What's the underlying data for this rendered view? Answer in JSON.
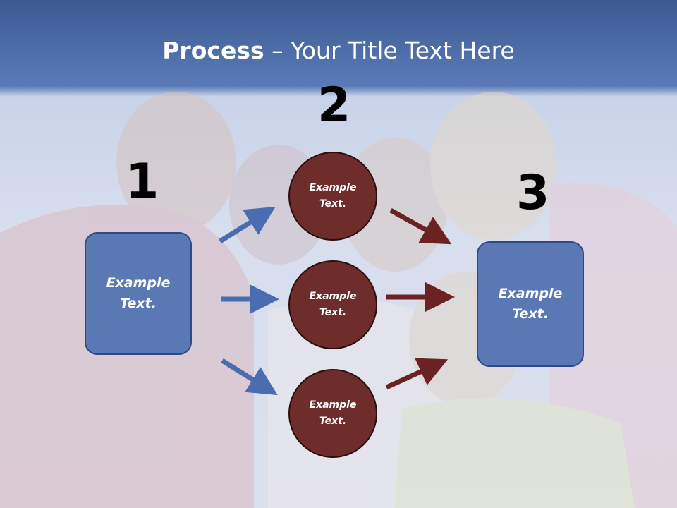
{
  "title": {
    "bold": "Process",
    "rest": " – Your Title Text Here"
  },
  "steps": [
    {
      "number": "1"
    },
    {
      "number": "2"
    },
    {
      "number": "3"
    }
  ],
  "left_box": {
    "line1": "Example",
    "line2": "Text."
  },
  "right_box": {
    "line1": "Example",
    "line2": "Text."
  },
  "circles": [
    {
      "line1": "Example",
      "line2": "Text."
    },
    {
      "line1": "Example",
      "line2": "Text."
    },
    {
      "line1": "Example",
      "line2": "Text."
    }
  ],
  "colors": {
    "blue": "#5a78b4",
    "maroon": "#6e2c2b",
    "arrow_blue": "#4a6cb0",
    "arrow_red": "#6b2222"
  }
}
